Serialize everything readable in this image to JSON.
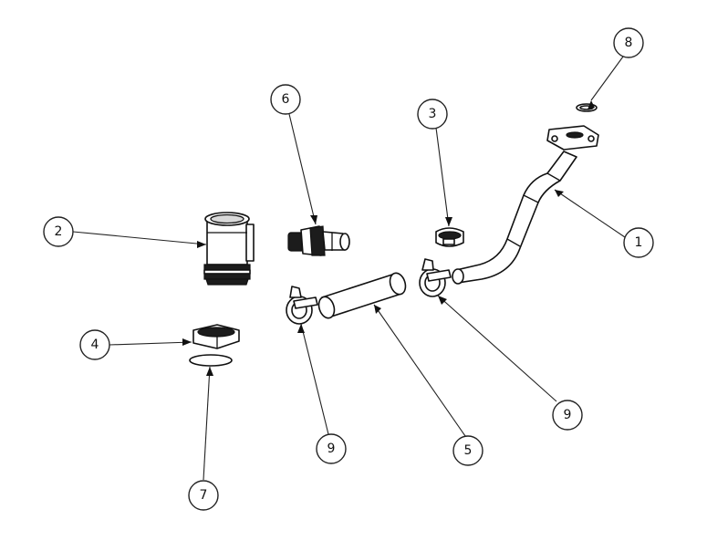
{
  "balloons": [
    {
      "id": "1",
      "label": "1"
    },
    {
      "id": "2",
      "label": "2"
    },
    {
      "id": "3",
      "label": "3"
    },
    {
      "id": "4",
      "label": "4"
    },
    {
      "id": "5",
      "label": "5"
    },
    {
      "id": "6",
      "label": "6"
    },
    {
      "id": "7",
      "label": "7"
    },
    {
      "id": "8",
      "label": "8"
    },
    {
      "id": "9a",
      "label": "9"
    },
    {
      "id": "9b",
      "label": "9"
    }
  ]
}
